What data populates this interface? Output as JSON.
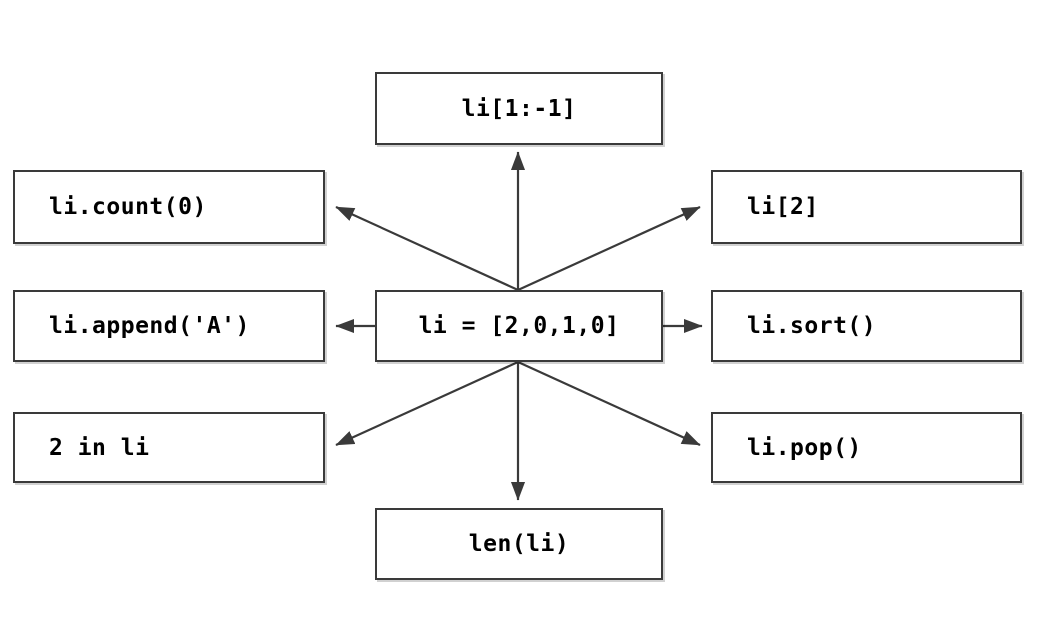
{
  "diagram": {
    "type": "radial-star",
    "center": {
      "id": "center",
      "label": "li = [2,0,1,0]"
    },
    "nodes": [
      {
        "id": "slice",
        "label": "li[1:-1]",
        "position": "top"
      },
      {
        "id": "count",
        "label": "li.count(0)",
        "position": "top-left"
      },
      {
        "id": "index",
        "label": "li[2]",
        "position": "top-right"
      },
      {
        "id": "append",
        "label": "li.append('A')",
        "position": "left"
      },
      {
        "id": "sort",
        "label": "li.sort()",
        "position": "right"
      },
      {
        "id": "in",
        "label": "2 in li",
        "position": "bottom-left"
      },
      {
        "id": "pop",
        "label": "li.pop()",
        "position": "bottom-right"
      },
      {
        "id": "len",
        "label": "len(li)",
        "position": "bottom"
      }
    ],
    "edges": [
      {
        "from": "center",
        "to": "slice",
        "arrow": "to"
      },
      {
        "from": "center",
        "to": "count",
        "arrow": "to"
      },
      {
        "from": "center",
        "to": "index",
        "arrow": "to"
      },
      {
        "from": "center",
        "to": "append",
        "arrow": "to"
      },
      {
        "from": "center",
        "to": "sort",
        "arrow": "to"
      },
      {
        "from": "center",
        "to": "in",
        "arrow": "to"
      },
      {
        "from": "center",
        "to": "pop",
        "arrow": "to"
      },
      {
        "from": "center",
        "to": "len",
        "arrow": "to"
      }
    ],
    "colors": {
      "background": "#ffffff",
      "box_border": "#3a3a3a",
      "box_fill": "#ffffff",
      "edge": "#3a3a3a",
      "text": "#000000"
    }
  }
}
